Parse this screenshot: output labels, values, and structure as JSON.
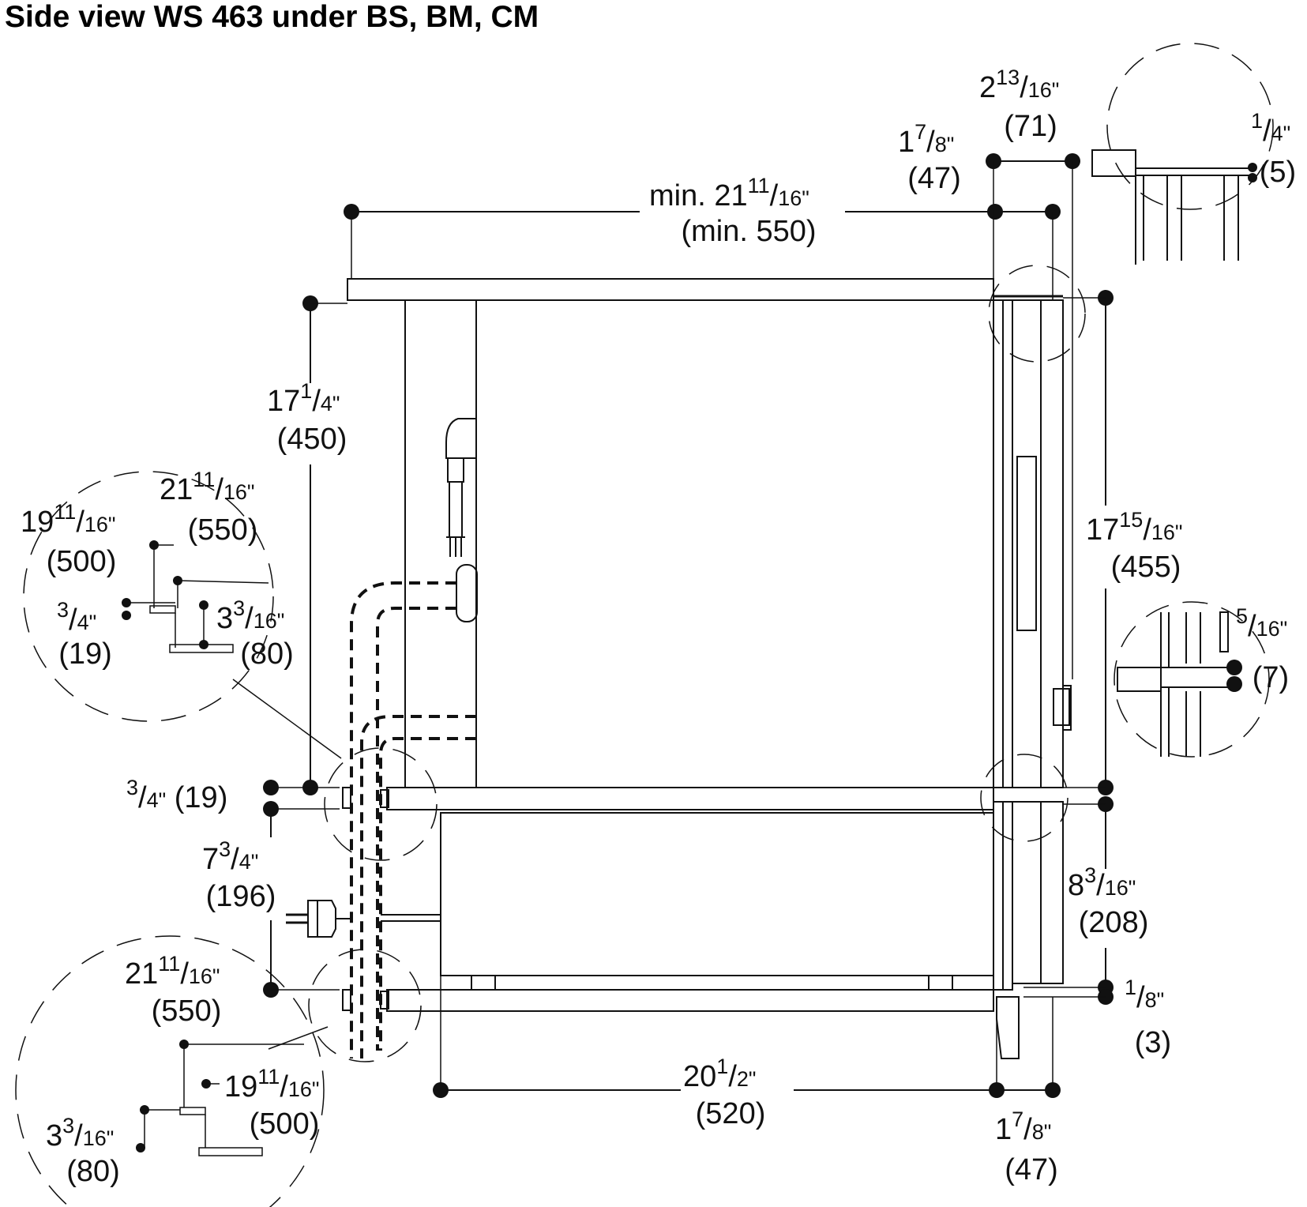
{
  "title": "Side view WS 463 under BS, BM, CM",
  "dimensions": {
    "top_depth": {
      "prefix": "min. ",
      "whole": "21",
      "num": "11",
      "den": "16\"",
      "metric": "(min. 550)"
    },
    "panel_47_top": {
      "whole": "1",
      "num": "7",
      "den": "8\"",
      "metric": "(47)"
    },
    "panel_71": {
      "whole": "2",
      "num": "13",
      "den": "16\"",
      "metric": "(71)"
    },
    "detail_gap_5": {
      "whole": "",
      "num": "1",
      "den": "4\"",
      "metric": "(5)"
    },
    "cabinet_height": {
      "whole": "17",
      "num": "1",
      "den": "4\"",
      "metric": "(450)"
    },
    "appliance_height": {
      "whole": "17",
      "num": "15",
      "den": "16\"",
      "metric": "(455)"
    },
    "detail_gap_7": {
      "whole": "",
      "num": "5",
      "den": "16\"",
      "metric": "(7)"
    },
    "shelf_thickness": {
      "whole": "",
      "num": "3",
      "den": "4\"",
      "metric": "(19)"
    },
    "drawer_niche": {
      "whole": "7",
      "num": "3",
      "den": "4\"",
      "metric": "(196)"
    },
    "drawer_front": {
      "whole": "8",
      "num": "3",
      "den": "16\"",
      "metric": "(208)"
    },
    "gap_bottom": {
      "whole": "",
      "num": "1",
      "den": "8\"",
      "metric": "(3)"
    },
    "drawer_depth": {
      "whole": "20",
      "num": "1",
      "den": "2\"",
      "metric": "(520)"
    },
    "panel_47_bottom": {
      "whole": "1",
      "num": "7",
      "den": "8\"",
      "metric": "(47)"
    },
    "bottom_shelf_depth": {
      "whole": "21",
      "num": "11",
      "den": "16\"",
      "metric": "(550)"
    }
  },
  "upper_detail": {
    "depth_550": {
      "whole": "21",
      "num": "11",
      "den": "16\"",
      "metric": "(550)"
    },
    "depth_500": {
      "whole": "19",
      "num": "11",
      "den": "16\"",
      "metric": "(500)"
    },
    "step_19": {
      "whole": "",
      "num": "3",
      "den": "4\"",
      "metric": "(19)"
    },
    "step_80": {
      "whole": "3",
      "num": "3",
      "den": "16\"",
      "metric": "(80)"
    }
  },
  "lower_detail": {
    "depth_500": {
      "whole": "19",
      "num": "11",
      "den": "16\"",
      "metric": "(500)"
    },
    "step_80": {
      "whole": "3",
      "num": "3",
      "den": "16\"",
      "metric": "(80)"
    }
  }
}
